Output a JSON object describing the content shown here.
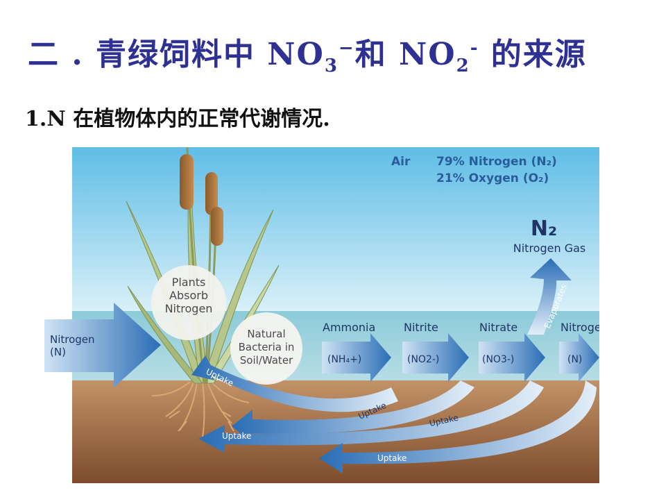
{
  "heading": {
    "prefix": "二 . 青绿饲料中 NO",
    "no3_sub": "3",
    "no3_sup": "−",
    "middle": "和 NO",
    "no2_sub": "2",
    "no2_sup": "-",
    "suffix": " 的来源"
  },
  "subheading": {
    "number": "1.",
    "text": "N 在植物体内的正常代谢情况."
  },
  "diagram": {
    "air_label": "Air",
    "air_nitrogen": "79% Nitrogen (N₂)",
    "air_oxygen": "21% Oxygen (O₂)",
    "n2_symbol": "N₂",
    "n2_name": "Nitrogen Gas",
    "evaporates": "Evaporates",
    "plants_bubble": [
      "Plants",
      "Absorb",
      "Nitrogen"
    ],
    "bacteria_bubble": [
      "Natural",
      "Bacteria in",
      "Soil/Water"
    ],
    "input_arrow": [
      "Nitrogen",
      "(N)"
    ],
    "stages": [
      {
        "name": "Ammonia",
        "formula": "(NH₄+)"
      },
      {
        "name": "Nitrite",
        "formula": "(NO2-)"
      },
      {
        "name": "Nitrate",
        "formula": "(NO3-)"
      },
      {
        "name": "Nitrogen",
        "formula": "(N)"
      }
    ],
    "uptake_labels": [
      "Uptake",
      "Uptake",
      "Uptake",
      "Uptake",
      "Uptake"
    ],
    "colors": {
      "sky_top": "#6fc6ea",
      "sky_bottom": "#d6eef8",
      "water": "#8fcfe0",
      "soil_top": "#b98a5e",
      "soil_bottom": "#7a4a2b",
      "arrow": "#2a6db5",
      "text_dark": "#1f3566",
      "title": "#2e3192"
    }
  }
}
